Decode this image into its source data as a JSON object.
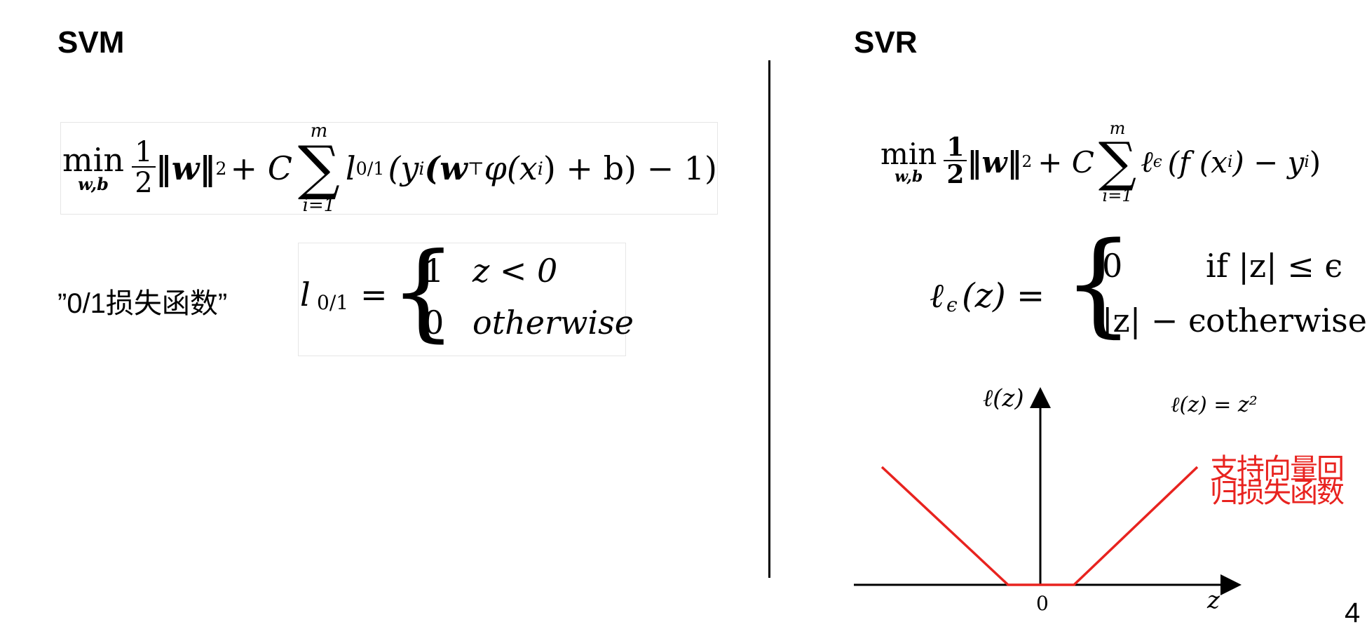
{
  "left": {
    "title": "SVM",
    "objective": {
      "min": "min",
      "min_sub": "w,b",
      "half_num": "1",
      "half_den": "2",
      "norm": "‖w‖",
      "sq": "2",
      "plus_c": "+ C",
      "sum_top": "m",
      "sum_bot": "i=1",
      "loss": "l",
      "loss_sub": "0/1",
      "arg": "(y",
      "arg_sub": "i",
      "arg2": "(w",
      "arg2_sup": "⊤",
      "arg3": "φ(x",
      "arg3_sub": "i",
      "arg4": ") + b) − 1)"
    },
    "loss_label": "”0/1损失函数”",
    "loss_def": {
      "lhs": "l",
      "lhs_sub": "0/1",
      "eq": "=",
      "case1_val": "1",
      "case1_cond": "z < 0",
      "case2_val": "0",
      "case2_cond": "otherwise"
    }
  },
  "right": {
    "title": "SVR",
    "objective": {
      "min": "min",
      "min_sub": "w,b",
      "half_num": "1",
      "half_den": "2",
      "norm": "‖w‖",
      "sq": "2",
      "plus_c": "+ C",
      "sum_top": "m",
      "sum_bot": "i=1",
      "loss": "ℓ",
      "loss_sub": "ϵ",
      "arg": "(f (x",
      "arg_sub": "i",
      "arg2": ") − y",
      "arg2_sub": "i",
      "arg3": ")"
    },
    "loss_def": {
      "lhs": "ℓ",
      "lhs_sub": "ϵ",
      "lhs_arg": "(z) =",
      "case1_val": "0",
      "case1_cond": "if |z| ≤ ϵ",
      "case2_val": "|z| − ϵ",
      "case2_cond": "otherwise"
    },
    "plot": {
      "y_axis_label": "ℓ(z)",
      "x_axis_label": "z",
      "origin_label": "0",
      "curve_label": "ℓ(z) = z²",
      "annotation_line1": "支持向量回",
      "annotation_line2": "归损失函数",
      "line_color": "#e8231f",
      "annotation_color": "#e8231f"
    }
  },
  "page_number": "4"
}
